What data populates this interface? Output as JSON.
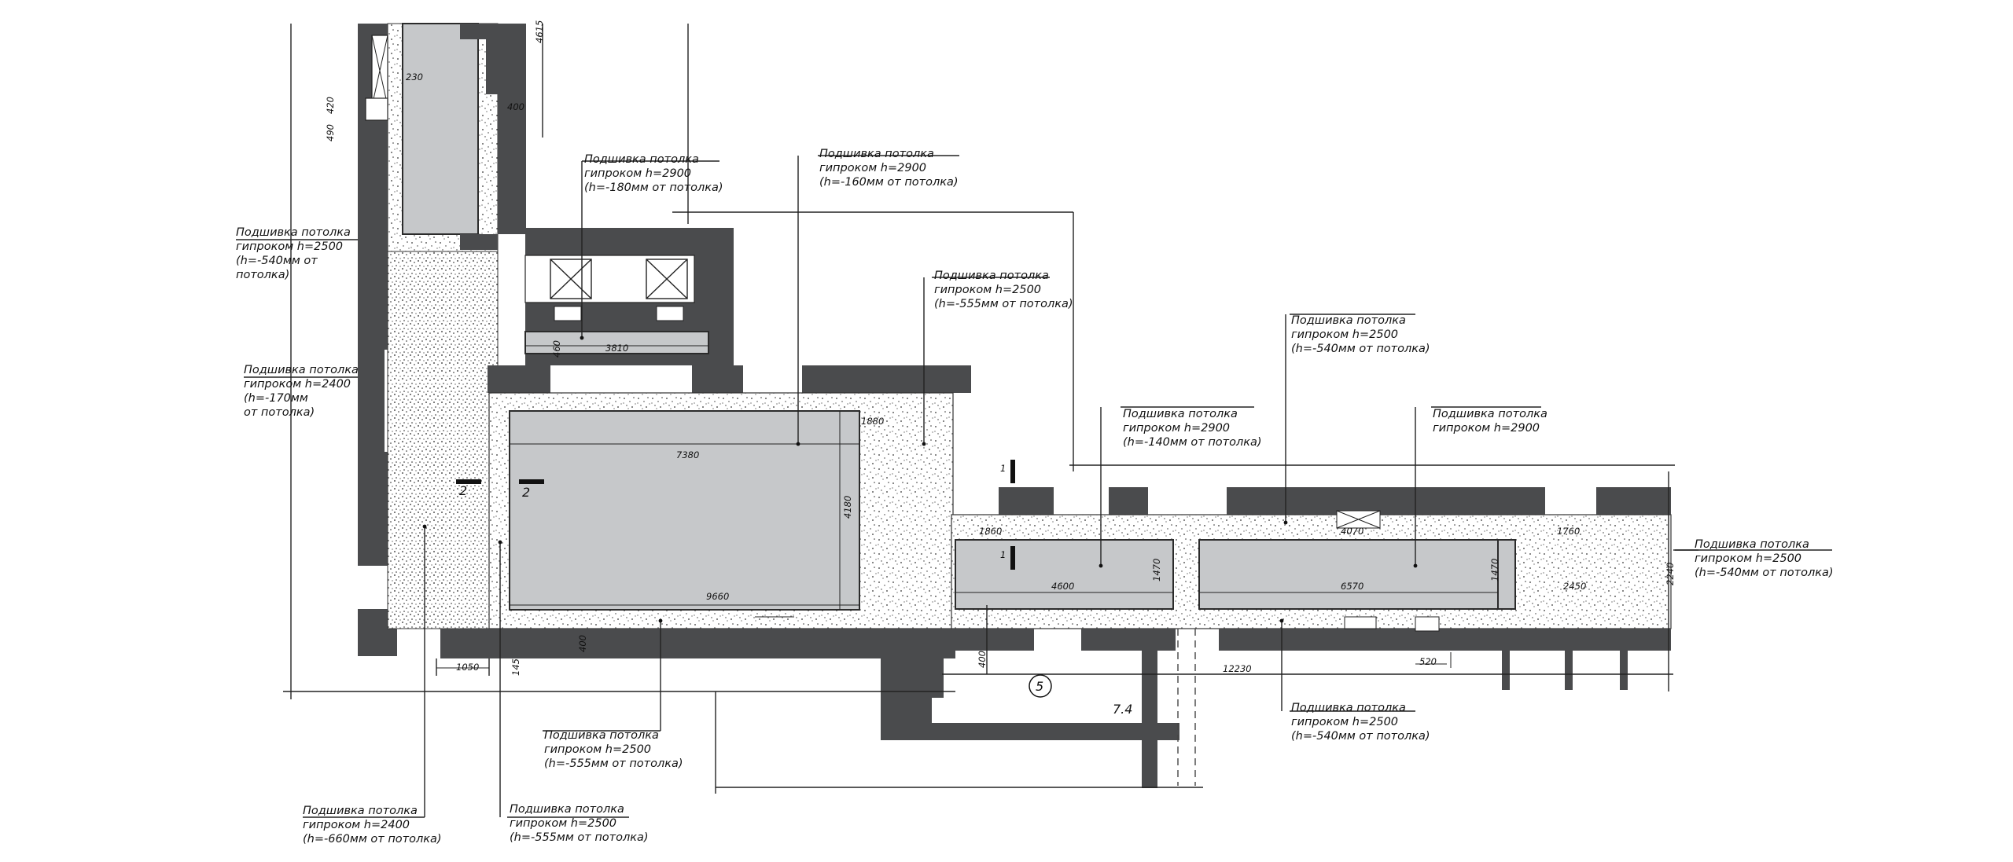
{
  "annotations": {
    "a1": [
      "Подшивка потолка",
      "гипроком h=2900",
      "(h=-180мм от потолка)"
    ],
    "a2": [
      "Подшивка потолка",
      "гипроком h=2900",
      "(h=-160мм от потолка)"
    ],
    "a3": [
      "Подшивка потолка",
      "гипроком h=2500",
      "(h=-540мм от",
      "потолка)"
    ],
    "a4": [
      "Подшивка потолка",
      "гипроком h=2500",
      "(h=-555мм от потолка)"
    ],
    "a5": [
      "Подшивка потолка",
      "гипроком h=2500",
      "(h=-540мм от потолка)"
    ],
    "a6": [
      "Подшивка потолка",
      "гипроком h=2400",
      "(h=-170мм",
      "от потолка)"
    ],
    "a7": [
      "Подшивка потолка",
      "гипроком h=2900",
      "(h=-140мм от потолка)"
    ],
    "a8": [
      "Подшивка потолка",
      "гипроком h=2900"
    ],
    "a9": [
      "Подшивка потолка",
      "гипроком h=2500",
      "(h=-540мм от потолка)"
    ],
    "a10": [
      "Подшивка потолка",
      "гипроком h=2500",
      "(h=-555мм от потолка)"
    ],
    "a11": [
      "Подшивка потолка",
      "гипроком h=2500",
      "(h=-540мм от потолка)"
    ],
    "a12": [
      "Подшивка потолка",
      "гипроком h=2400",
      "(h=-660мм от потолка)"
    ],
    "a13": [
      "Подшивка потолка",
      "гипроком h=2500",
      "(h=-555мм от потолка)"
    ]
  },
  "dimensions": {
    "d3810": "3810",
    "d7380": "7380",
    "d9660": "9660",
    "d4600": "4600",
    "d6570": "6570",
    "d4180": "4180",
    "d1050": "1050",
    "d12230": "12230",
    "d520": "520",
    "d1860": "1860",
    "d1470a": "1470",
    "d1470b": "1470",
    "d1760": "1760",
    "d2450": "2450",
    "d2240": "2240",
    "d230": "230",
    "d400": "400",
    "d460": "460",
    "d4615": "4615",
    "d4070": "4070",
    "d1880": "1880",
    "d145": "145",
    "d400b": "400",
    "d400c": "400",
    "d490": "490",
    "d420": "420"
  },
  "marks": {
    "axis": "5",
    "room": "7.4",
    "cut1": "1",
    "cut1b": "1",
    "cut2": "2",
    "cut2b": "2"
  }
}
